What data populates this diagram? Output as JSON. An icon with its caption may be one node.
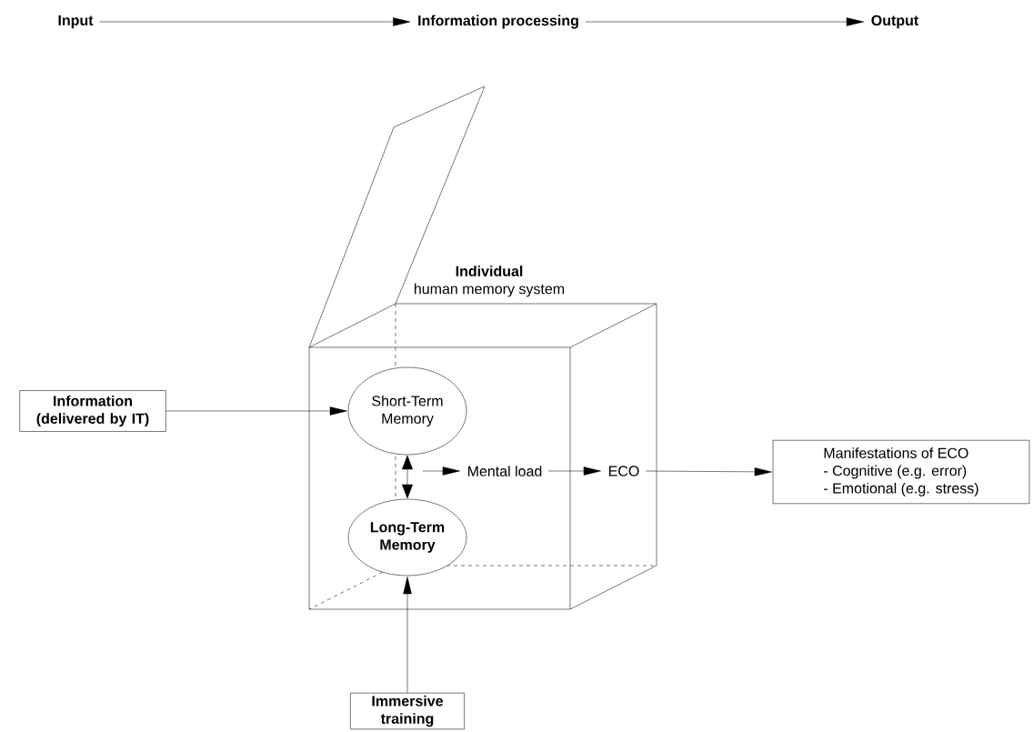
{
  "diagram": {
    "nodes": [
      {
        "text": [
          "Input"
        ]
      },
      {
        "text": [
          "Information processing"
        ]
      },
      {
        "text": [
          "Output"
        ]
      },
      {
        "text": [
          "Individual",
          "human memory system"
        ]
      },
      {
        "text": [
          "Information (delivered by IT)"
        ]
      },
      {
        "text": [
          "Short-Term Memory"
        ],
        "in": 3
      },
      {
        "text": [
          "Long-Term Memory"
        ],
        "in": 3
      },
      {
        "text": [
          "Mental load"
        ],
        "in": 3
      },
      {
        "text": [
          "ECO"
        ],
        "in": 3
      },
      {
        "text": [
          "Manifestations of ECO",
          "- Cognitive (e.g. error)",
          "- Emotional (e.g. stress)"
        ]
      },
      {
        "text": [
          "Immersive training"
        ]
      }
    ],
    "edges": [
      {
        "from": 0,
        "to": 1,
        "arrow": "to"
      },
      {
        "from": 1,
        "to": 2,
        "arrow": "to"
      },
      {
        "from": 4,
        "to": 5,
        "arrow": "to"
      },
      {
        "from": 5,
        "to": 6,
        "arrow": "both"
      },
      {
        "from": null,
        "to": 7,
        "arrow": "to"
      },
      {
        "from": 7,
        "to": 8,
        "arrow": "to"
      },
      {
        "from": 8,
        "to": 9,
        "arrow": "to"
      },
      {
        "from": 10,
        "to": 6,
        "arrow": "to"
      }
    ]
  }
}
